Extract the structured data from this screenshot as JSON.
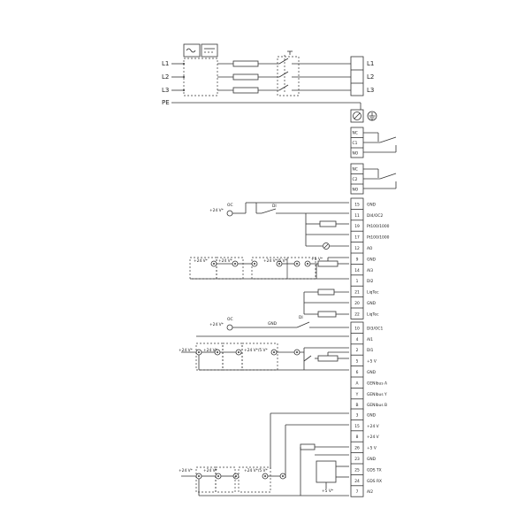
{
  "mains": {
    "inputs": [
      "L1",
      "L2",
      "L3"
    ],
    "pe": "PE",
    "outputs": [
      "L1",
      "L2",
      "L3"
    ]
  },
  "relays": {
    "relay1": [
      "NC",
      "C1",
      "NO"
    ],
    "relay2": [
      "NC",
      "C2",
      "NO"
    ]
  },
  "terminals": [
    {
      "num": "15",
      "label": "GND"
    },
    {
      "num": "11",
      "label": "DI4/OC2"
    },
    {
      "num": "19",
      "label": "Pt100/1000"
    },
    {
      "num": "17",
      "label": "Pt100/1000"
    },
    {
      "num": "12",
      "label": "AO"
    },
    {
      "num": "9",
      "label": "GND"
    },
    {
      "num": "14",
      "label": "AI3"
    },
    {
      "num": "1",
      "label": "DI2"
    },
    {
      "num": "21",
      "label": "LiqTec"
    },
    {
      "num": "20",
      "label": "GND"
    },
    {
      "num": "22",
      "label": "LiqTec"
    },
    {
      "num": "10",
      "label": "DI3/OC1"
    },
    {
      "num": "4",
      "label": "AI1"
    },
    {
      "num": "2",
      "label": "DI1"
    },
    {
      "num": "5",
      "label": "+5 V"
    },
    {
      "num": "6",
      "label": "GND"
    },
    {
      "num": "A",
      "label": "GENIbus A"
    },
    {
      "num": "Y",
      "label": "GENIbus Y"
    },
    {
      "num": "B",
      "label": "GENIbus B"
    },
    {
      "num": "3",
      "label": "GND"
    },
    {
      "num": "15",
      "label": "+24 V"
    },
    {
      "num": "8",
      "label": "+24 V"
    },
    {
      "num": "26",
      "label": "+5 V"
    },
    {
      "num": "23",
      "label": "GND"
    },
    {
      "num": "25",
      "label": "GDS TX"
    },
    {
      "num": "24",
      "label": "GDS RX"
    },
    {
      "num": "7",
      "label": "AI2"
    }
  ],
  "annotations": {
    "v24": "+24 V*",
    "v24_5": "+24 V*/5 V*",
    "oc": "OC",
    "di": "DI",
    "gnd": "GND",
    "v5": "+5 V*"
  }
}
